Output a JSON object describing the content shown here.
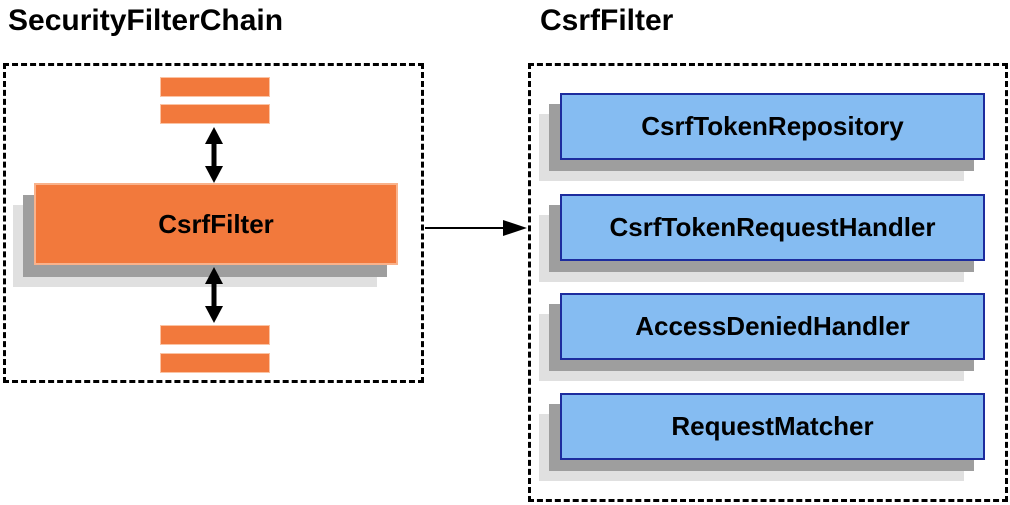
{
  "diagram": {
    "left_panel": {
      "title": "SecurityFilterChain",
      "filter_label": "CsrfFilter"
    },
    "right_panel": {
      "title": "CsrfFilter",
      "components": [
        "CsrfTokenRepository",
        "CsrfTokenRequestHandler",
        "AccessDeniedHandler",
        "RequestMatcher"
      ]
    },
    "icons": {
      "vertical_connector": "double-arrow-vertical-icon",
      "horizontal_connector": "arrow-right-icon"
    },
    "colors": {
      "orange": "#F2793C",
      "blue_fill": "#85BCF2",
      "blue_border": "#1D2C9E",
      "shadow_dark": "#9E9E9E",
      "shadow_light": "#E0E0E0",
      "arrow": "#000000"
    }
  }
}
